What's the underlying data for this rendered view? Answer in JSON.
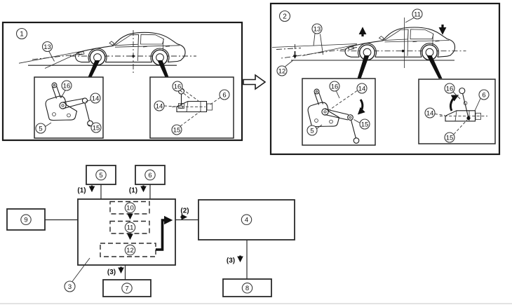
{
  "palette": {
    "ink": "#1c1c1c",
    "background": "#ffffff"
  },
  "panel1": {
    "label": "1",
    "callouts": {
      "beam": "13",
      "front": {
        "c16": "16",
        "c14": "14",
        "c5": "5",
        "c15": "15"
      },
      "rear": {
        "c16": "16",
        "c6": "6",
        "c14": "14",
        "c15": "15"
      }
    }
  },
  "panel2": {
    "label": "2",
    "callouts": {
      "axis": "11",
      "beam": "13",
      "angle": "12",
      "front": {
        "c16": "16",
        "c14": "14",
        "c5": "5",
        "c15": "15"
      },
      "rear": {
        "c16": "16",
        "c6": "6",
        "c14": "14",
        "c15": "15"
      }
    }
  },
  "block": {
    "b5": "5",
    "b6": "6",
    "b9": "9",
    "b4": "4",
    "b7": "7",
    "b8": "8",
    "d10": "10",
    "d11": "11",
    "d12": "12",
    "c3": "3",
    "sig1a": "(1)",
    "sig1b": "(1)",
    "sig2": "(2)",
    "sig3a": "(3)",
    "sig3b": "(3)"
  }
}
